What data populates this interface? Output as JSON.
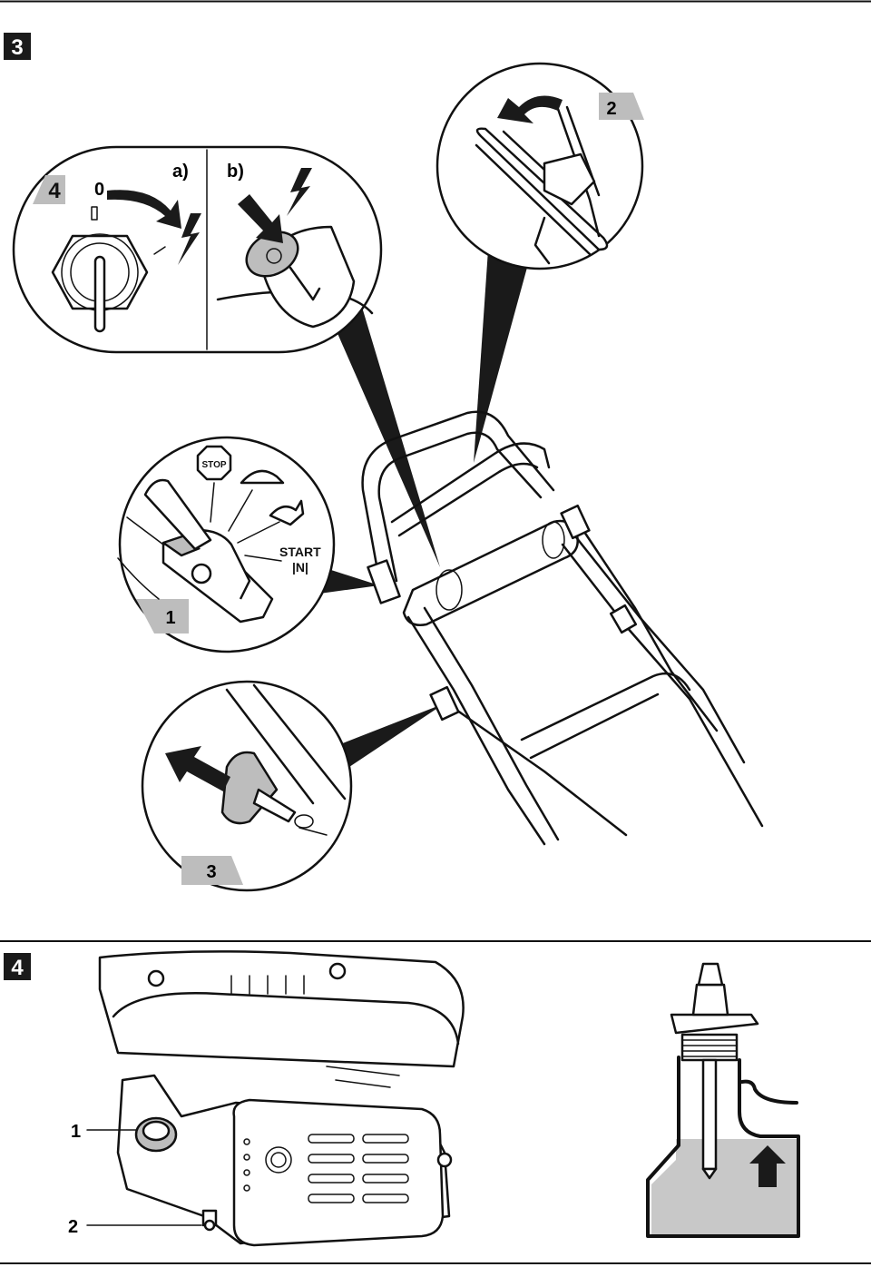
{
  "figures": {
    "fig3": {
      "number": "3"
    },
    "fig4": {
      "number": "4"
    }
  },
  "callouts": {
    "c1": {
      "number": "1",
      "text": "START"
    },
    "c2": {
      "number": "2"
    },
    "c3": {
      "number": "3"
    },
    "c4": {
      "number": "4",
      "dial_zero": "0",
      "a_label": "a)",
      "b_label": "b)"
    }
  },
  "stop_sign": {
    "text": "STOP"
  },
  "engine_labels": {
    "item1": "1",
    "item2": "2"
  },
  "colors": {
    "label_box": "#1a1a1a",
    "callout_tab": "#bdbdbd",
    "oil": "#c8c8c8"
  }
}
